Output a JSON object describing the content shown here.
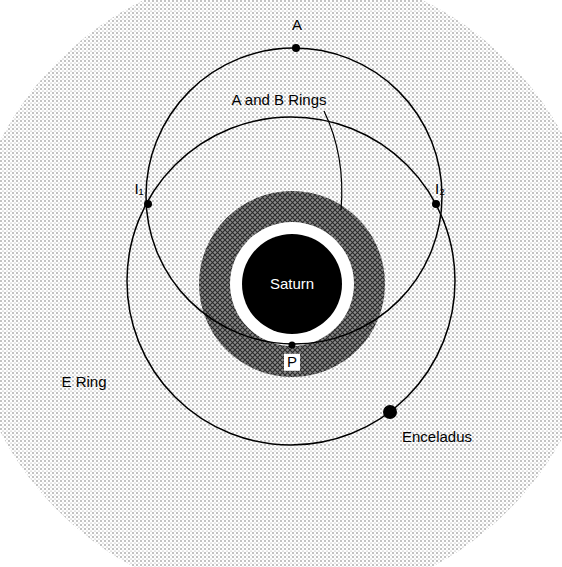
{
  "diagram": {
    "nodes": [
      {
        "text": [
          "E Ring"
        ]
      },
      {
        "text": [
          "Saturn"
        ],
        "in": 0
      }
    ],
    "labels": [
      "A",
      "I₁",
      "I₂",
      "A and B Rings",
      "P",
      "Enceladus"
    ]
  }
}
